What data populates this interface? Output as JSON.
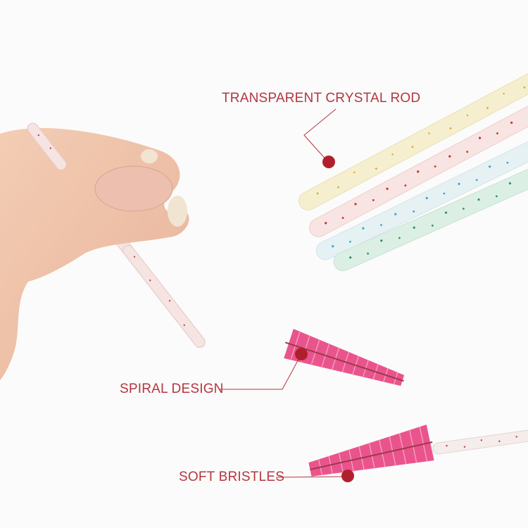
{
  "callouts": {
    "rod": {
      "label": "TRANSPARENT CRYSTAL ROD"
    },
    "spiral": {
      "label": "SPIRAL DESIGN"
    },
    "bristles": {
      "label": "SOFT BRISTLES"
    }
  },
  "colors": {
    "accent": "#b5353f",
    "dot": "#b0202c",
    "bristle": "#e8417f",
    "background": "#fbfbfb",
    "rods": [
      "#f6efcf",
      "#f8e4e2",
      "#e6f1f4",
      "#dcefe4"
    ],
    "glitter": [
      "#d8b43a",
      "#c6302e",
      "#3aa6c8",
      "#2f8f6a"
    ]
  }
}
